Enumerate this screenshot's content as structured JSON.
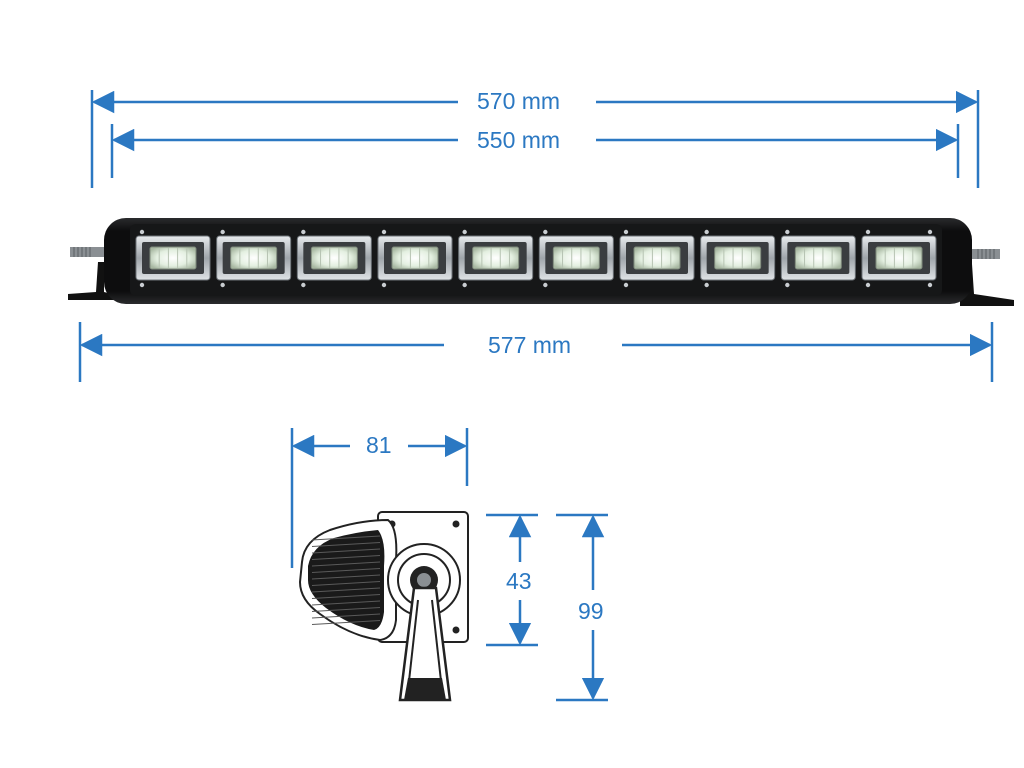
{
  "colors": {
    "dimension": "#2b78c2",
    "housing": "#0f0f10",
    "lens_frame": "#bfc4c8",
    "led": "#e9f2e8"
  },
  "light_bar": {
    "led_module_count": 10
  },
  "dimensions": {
    "overall_width": "570 mm",
    "mounting_width": "550 mm",
    "total_length": "577 mm",
    "side_depth": "81",
    "mount_height": "43",
    "total_height": "99"
  }
}
